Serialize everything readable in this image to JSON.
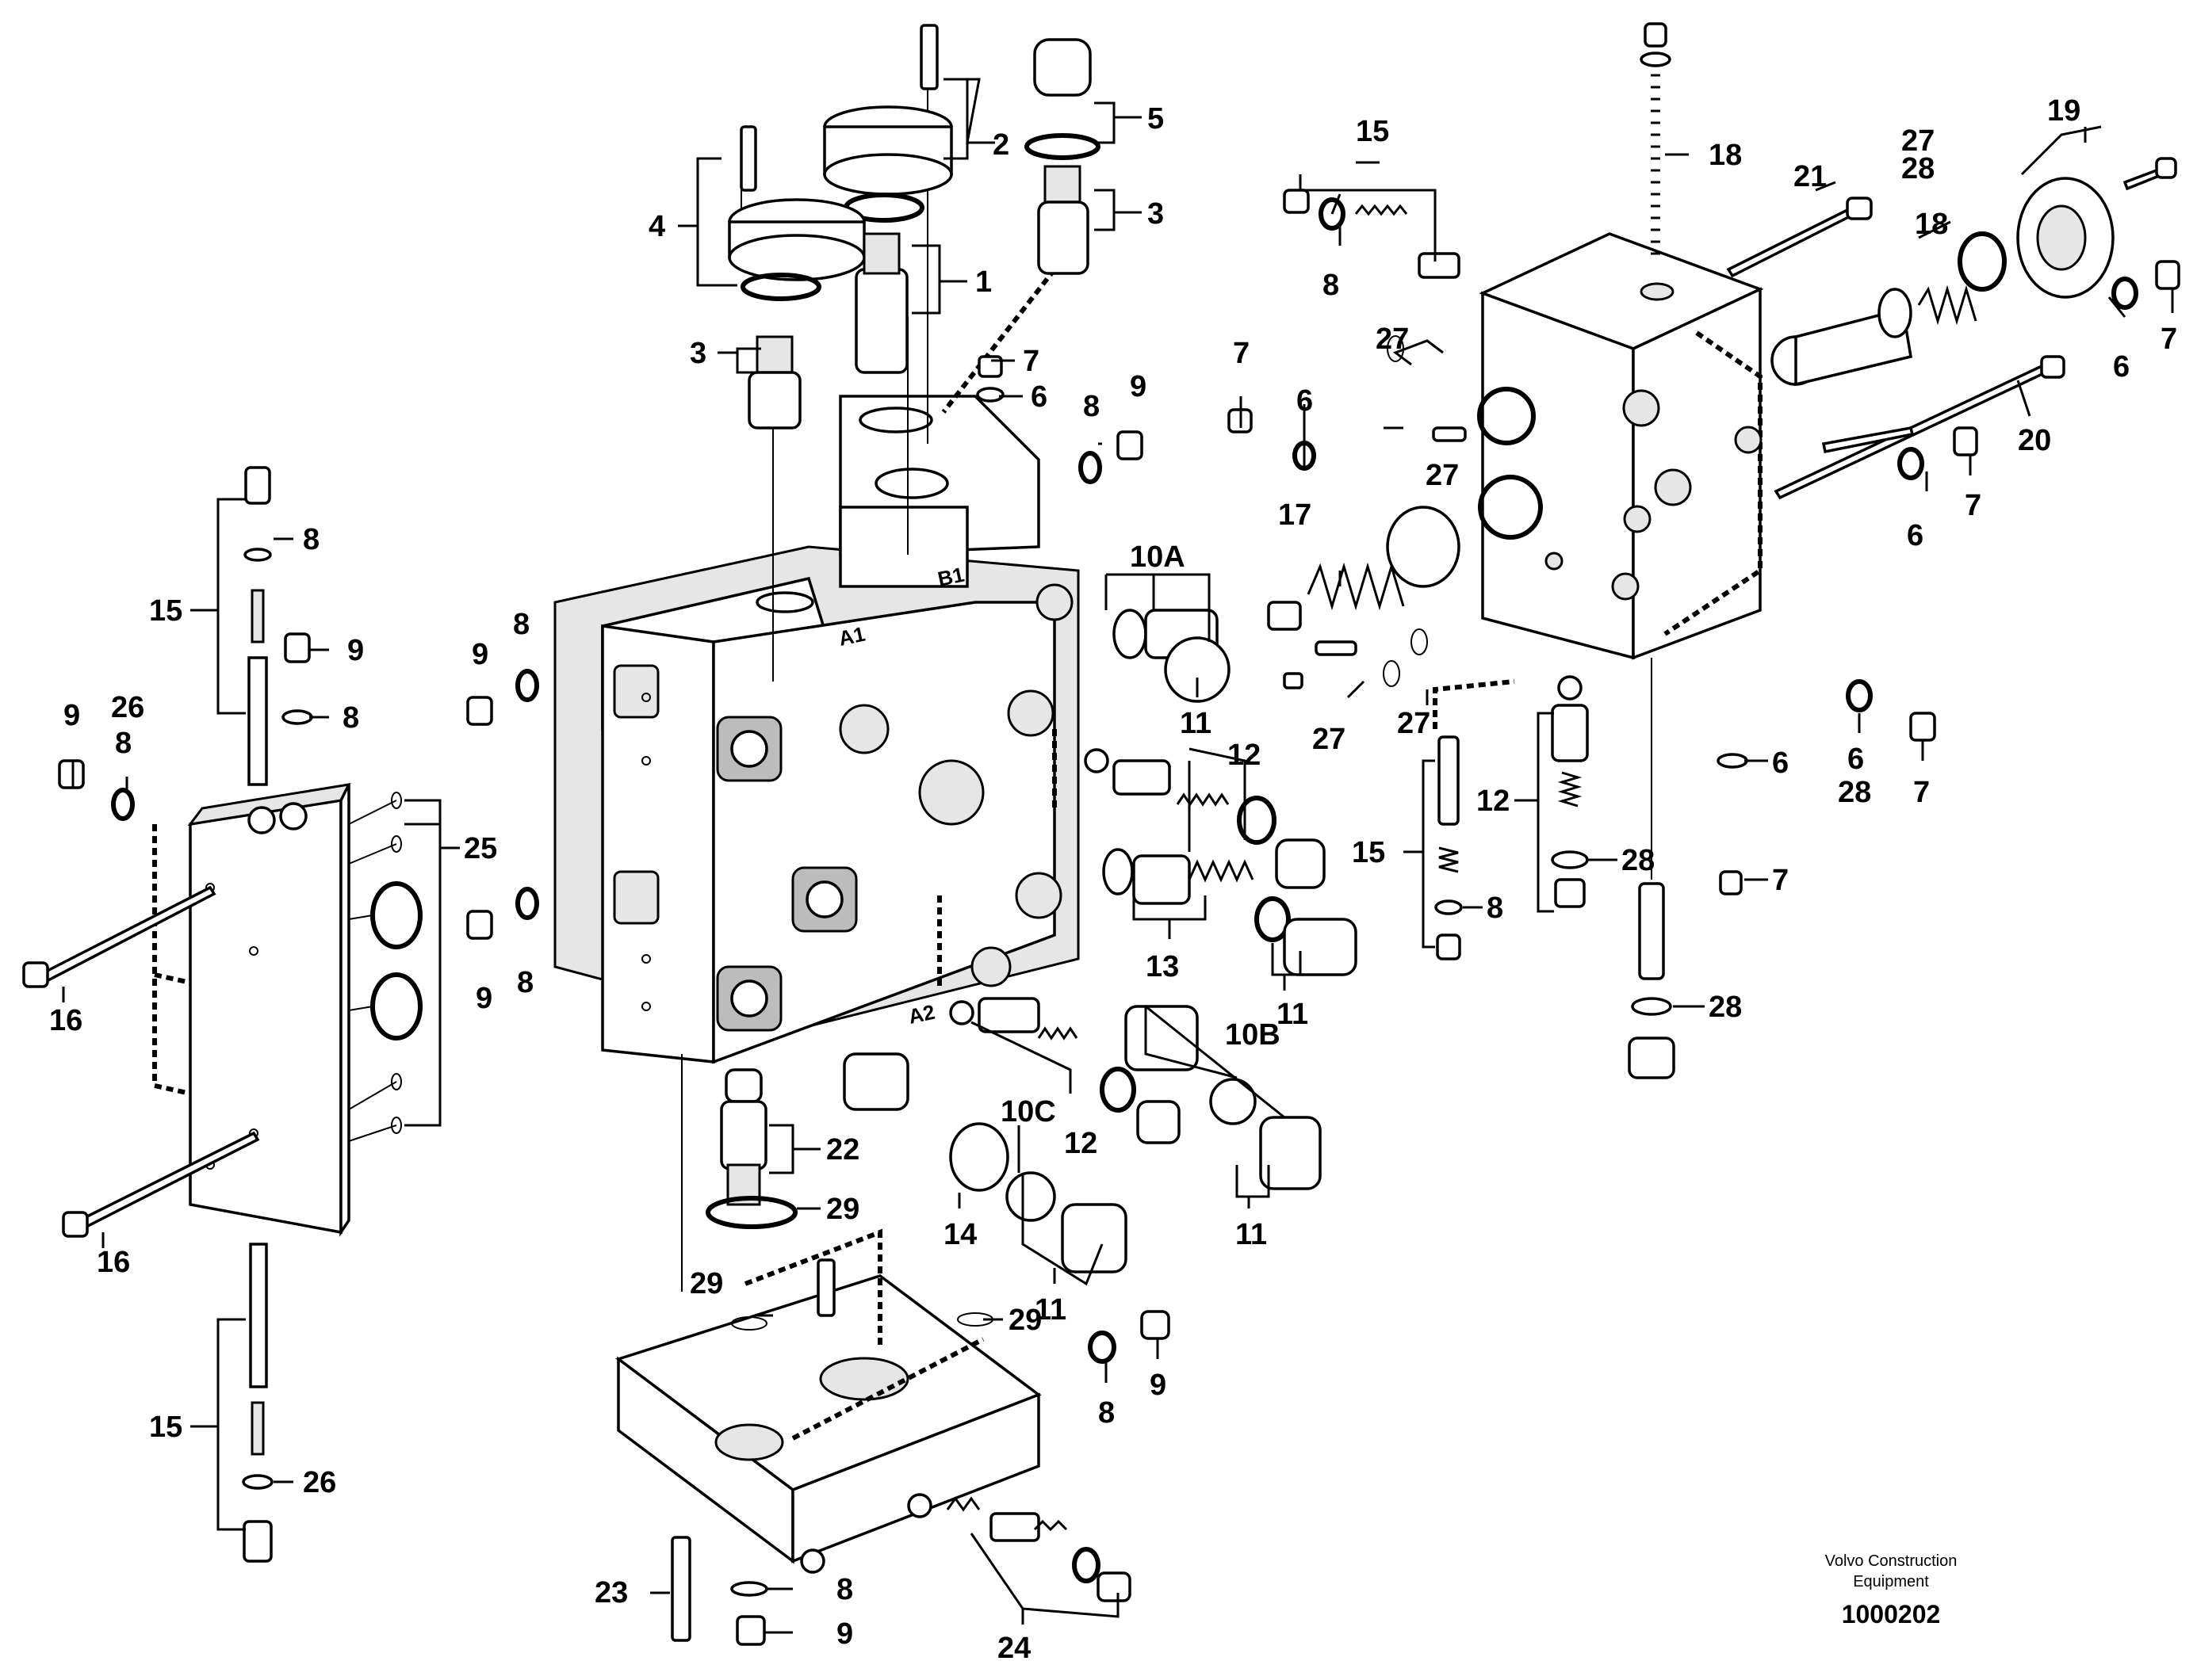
{
  "diagram": {
    "body_markings": {
      "a1": "A1",
      "b1": "B1",
      "a2": "A2"
    },
    "labels": [
      {
        "id": "c2",
        "text": "2"
      },
      {
        "id": "c5",
        "text": "5"
      },
      {
        "id": "c3a",
        "text": "3"
      },
      {
        "id": "c1",
        "text": "1"
      },
      {
        "id": "c4",
        "text": "4"
      },
      {
        "id": "c3b",
        "text": "3"
      },
      {
        "id": "c7a",
        "text": "7"
      },
      {
        "id": "c6a",
        "text": "6"
      },
      {
        "id": "c8a",
        "text": "8"
      },
      {
        "id": "c9a",
        "text": "9"
      },
      {
        "id": "c10a",
        "text": "10A"
      },
      {
        "id": "c11a",
        "text": "11"
      },
      {
        "id": "c9b",
        "text": "9"
      },
      {
        "id": "c8b",
        "text": "8"
      },
      {
        "id": "c12a",
        "text": "12"
      },
      {
        "id": "c9c",
        "text": "9"
      },
      {
        "id": "c8c",
        "text": "8"
      },
      {
        "id": "c13",
        "text": "13"
      },
      {
        "id": "c11b",
        "text": "11"
      },
      {
        "id": "c10b",
        "text": "10B"
      },
      {
        "id": "c12b",
        "text": "12"
      },
      {
        "id": "c10c",
        "text": "10C"
      },
      {
        "id": "c11c",
        "text": "11"
      },
      {
        "id": "c14",
        "text": "14"
      },
      {
        "id": "c11d",
        "text": "11"
      },
      {
        "id": "c22",
        "text": "22"
      },
      {
        "id": "c29a",
        "text": "29"
      },
      {
        "id": "c29b",
        "text": "29"
      },
      {
        "id": "c29c",
        "text": "29"
      },
      {
        "id": "c8d",
        "text": "8"
      },
      {
        "id": "c9d",
        "text": "9"
      },
      {
        "id": "c23",
        "text": "23"
      },
      {
        "id": "c8e",
        "text": "8"
      },
      {
        "id": "c9e",
        "text": "9"
      },
      {
        "id": "c24",
        "text": "24"
      },
      {
        "id": "l8a",
        "text": "8"
      },
      {
        "id": "l15a",
        "text": "15"
      },
      {
        "id": "l9a",
        "text": "9"
      },
      {
        "id": "l8b",
        "text": "8"
      },
      {
        "id": "l9b",
        "text": "9"
      },
      {
        "id": "l26a",
        "text": "26"
      },
      {
        "id": "l8c",
        "text": "8"
      },
      {
        "id": "l25",
        "text": "25"
      },
      {
        "id": "l16a",
        "text": "16"
      },
      {
        "id": "l16b",
        "text": "16"
      },
      {
        "id": "l15b",
        "text": "15"
      },
      {
        "id": "l26b",
        "text": "26"
      },
      {
        "id": "r15a",
        "text": "15"
      },
      {
        "id": "r18a",
        "text": "18"
      },
      {
        "id": "r21",
        "text": "21"
      },
      {
        "id": "r27a",
        "text": "27"
      },
      {
        "id": "r28a",
        "text": "28"
      },
      {
        "id": "r19",
        "text": "19"
      },
      {
        "id": "r8a",
        "text": "8"
      },
      {
        "id": "r18b",
        "text": "18"
      },
      {
        "id": "r27b",
        "text": "27"
      },
      {
        "id": "r7a",
        "text": "7"
      },
      {
        "id": "r6a",
        "text": "6"
      },
      {
        "id": "r7b",
        "text": "7"
      },
      {
        "id": "r6b",
        "text": "6"
      },
      {
        "id": "r27c",
        "text": "27"
      },
      {
        "id": "r20",
        "text": "20"
      },
      {
        "id": "r6c",
        "text": "6"
      },
      {
        "id": "r7c",
        "text": "7"
      },
      {
        "id": "r17",
        "text": "17"
      },
      {
        "id": "r27d",
        "text": "27"
      },
      {
        "id": "r27e",
        "text": "27"
      },
      {
        "id": "r6d",
        "text": "6"
      },
      {
        "id": "r28b",
        "text": "28"
      },
      {
        "id": "r7d",
        "text": "7"
      },
      {
        "id": "r6e",
        "text": "6"
      },
      {
        "id": "r12",
        "text": "12"
      },
      {
        "id": "r28c",
        "text": "28"
      },
      {
        "id": "r7e",
        "text": "7"
      },
      {
        "id": "r15b",
        "text": "15"
      },
      {
        "id": "r8b",
        "text": "8"
      },
      {
        "id": "r28d",
        "text": "28"
      }
    ],
    "credit": {
      "line1": "Volvo Construction",
      "line2": "Equipment",
      "number": "1000202"
    }
  }
}
